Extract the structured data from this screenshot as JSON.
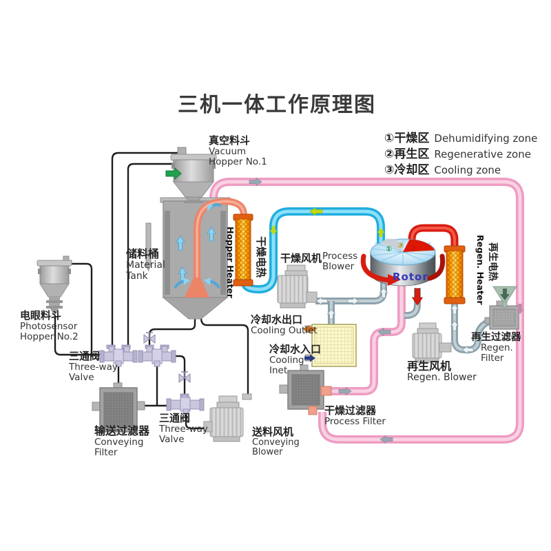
{
  "title": "三机一体工作原理图",
  "legend": {
    "items": [
      {
        "zh": "①干燥区",
        "en": "Dehumidifying zone"
      },
      {
        "zh": "②再生区",
        "en": "Regenerative zone"
      },
      {
        "zh": "③冷却区",
        "en": "Cooling zone"
      }
    ]
  },
  "labels": {
    "vacuum_hopper": {
      "zh": "真空料斗",
      "en1": "Vacuum",
      "en2": "Hopper No.1"
    },
    "material_tank": {
      "zh": "储料桶",
      "en1": "Material",
      "en2": "Tank"
    },
    "hopper_heater": {
      "en": "Hopper Heater",
      "zh": "干燥电热"
    },
    "process_blower": {
      "zh": "干燥风机",
      "en1": "Process",
      "en2": "Blower"
    },
    "rotor": {
      "en": "Rotor"
    },
    "rotor_zones": {
      "z1": "①",
      "z2": "②",
      "z3": "③"
    },
    "regen_heater": {
      "en": "Regen. Heater",
      "zh": "再生电热"
    },
    "regen_filter": {
      "zh": "再生过滤器",
      "en1": "Regen.",
      "en2": "Filter"
    },
    "regen_blower": {
      "zh": "再生风机",
      "en": "Regen. Blower"
    },
    "photosensor_hopper": {
      "zh": "电眼料斗",
      "en1": "Photosensor",
      "en2": "Hopper No.2"
    },
    "three_way_valve_1": {
      "zh": "三通阀",
      "en1": "Three-way",
      "en2": "Valve"
    },
    "three_way_valve_2": {
      "zh": "三通阀",
      "en1": "Three-way",
      "en2": "Valve"
    },
    "conveying_filter": {
      "zh": "输送过滤器",
      "en1": "Conveying",
      "en2": "Filter"
    },
    "conveying_blower": {
      "zh": "送料风机",
      "en1": "Conveying",
      "en2": "Blower"
    },
    "cooling_outlet": {
      "zh": "冷却水出口",
      "en": "Cooling Outlet"
    },
    "cooling_inlet": {
      "zh": "冷却水入口",
      "en1": "Cooling",
      "en2": "Inet"
    },
    "process_filter": {
      "zh": "干燥过滤器",
      "en": "Process Filter"
    }
  },
  "colors": {
    "pipe_pink": "#ee9cc2",
    "pipe_cyan": "#21aede",
    "pipe_salmon": "#ec8468",
    "pipe_red": "#d81c10",
    "pipe_steel": "#8da2ac",
    "heater_orange": "#ff9800",
    "cooler_yellow": "#fbf8cc",
    "arrow_green": "#23a14e",
    "arrow_yellow": "#c4da12",
    "arrow_orange": "#e07818",
    "arrow_navy": "#2a3a80",
    "rotor_text": "#3636b8"
  }
}
